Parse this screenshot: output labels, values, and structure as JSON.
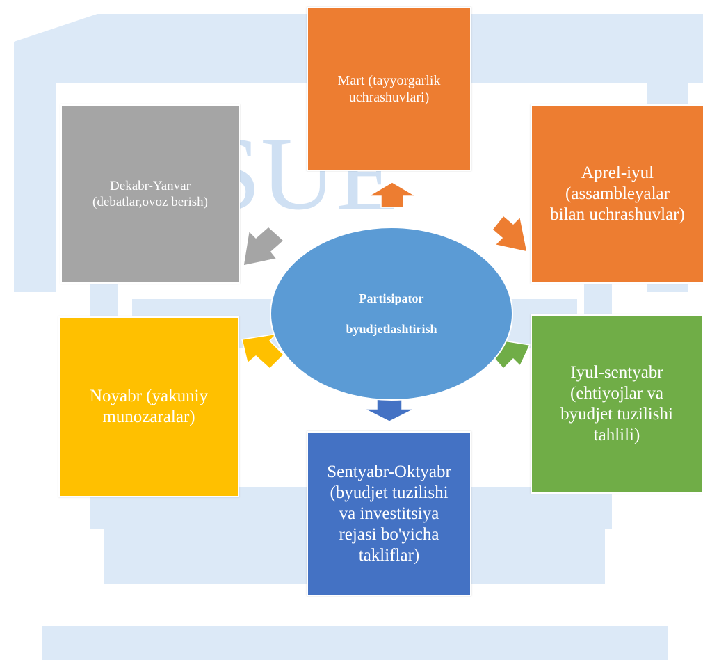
{
  "center": {
    "line1": "Partisipator",
    "line2": "byudjetlashtirish",
    "color": "#5b9bd5"
  },
  "stages": [
    {
      "id": "mart",
      "lines": [
        "Mart (tayyorgarlik",
        "uchrashuvlari)"
      ],
      "color": "#ed7d31"
    },
    {
      "id": "aprel-iyul",
      "lines": [
        "Aprel-iyul",
        "(assambleyalar",
        "bilan uchrashuvlar)"
      ],
      "color": "#ed7d31"
    },
    {
      "id": "iyul-sentyabr",
      "lines": [
        "Iyul-sentyabr",
        "(ehtiyojlar va",
        "byudjet tuzilishi",
        "tahlili)"
      ],
      "color": "#70ad47"
    },
    {
      "id": "sentyabr-oktyabr",
      "lines": [
        "Sentyabr-Oktyabr",
        "(byudjet tuzilishi",
        "va investitsiya",
        "rejasi bo'yicha",
        "takliflar)"
      ],
      "color": "#4472c4"
    },
    {
      "id": "noyabr",
      "lines": [
        "Noyabr (yakuniy",
        "munozaralar)"
      ],
      "color": "#ffc000"
    },
    {
      "id": "dekabr-yanvar",
      "lines": [
        "Dekabr-Yanvar",
        "(debatlar,ovoz berish)"
      ],
      "color": "#a5a5a5"
    }
  ],
  "watermark_text": "TSUE"
}
